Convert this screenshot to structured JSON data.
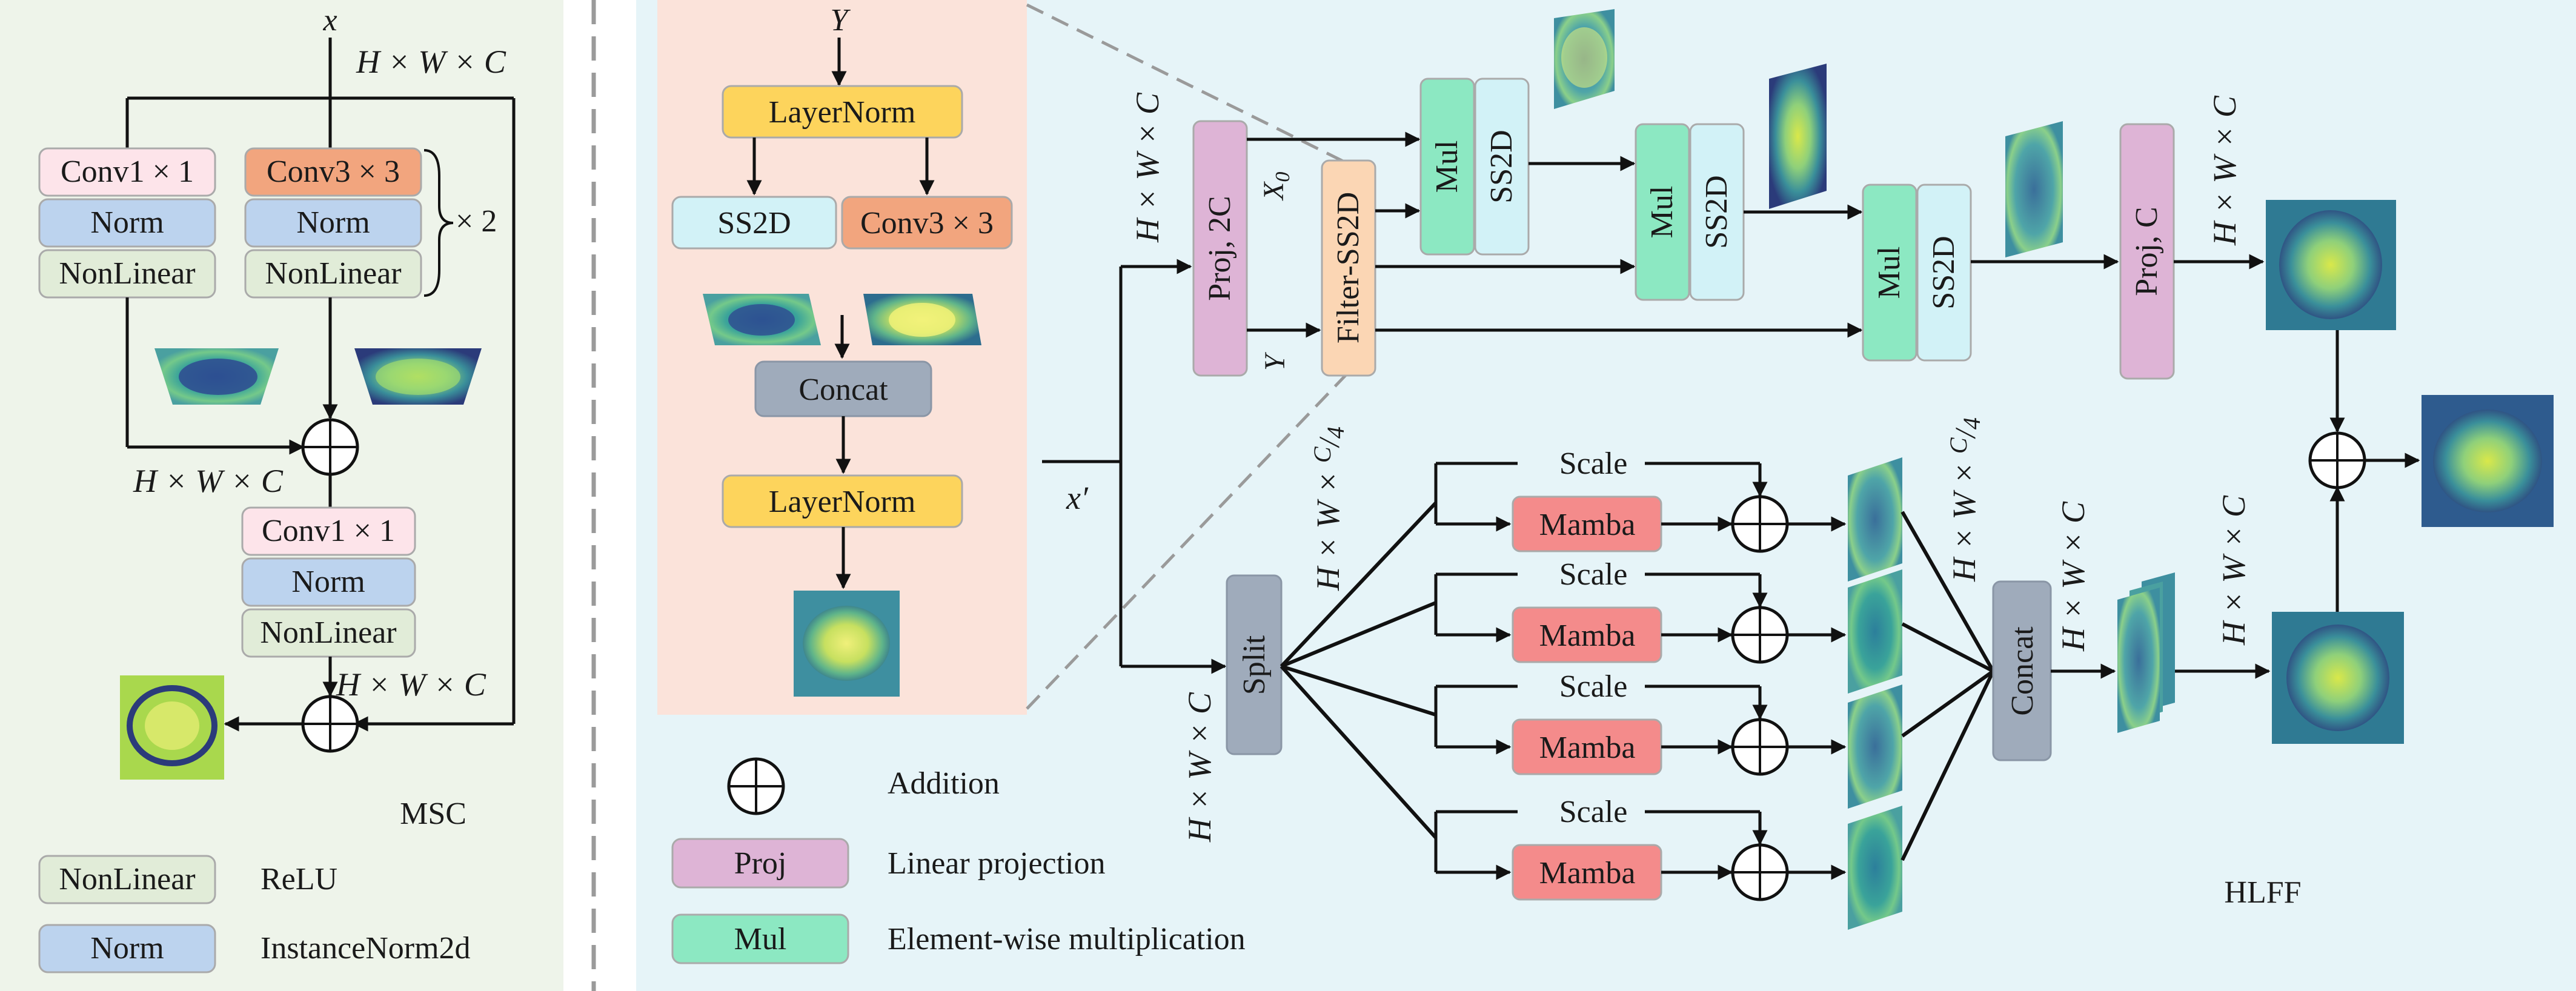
{
  "msc": {
    "title": "MSC",
    "input": "x",
    "branch_left": [
      "Conv1 × 1",
      "Norm",
      "NonLinear"
    ],
    "branch_right": [
      "Conv3 × 3",
      "Norm",
      "NonLinear"
    ],
    "repeat": "× 2",
    "merge_block": [
      "Conv1 × 1",
      "Norm",
      "NonLinear"
    ],
    "dims_top": "H × W × C",
    "dims_mid": "H × W × C",
    "dims_bot": "H × W × C",
    "legend": [
      {
        "block": "NonLinear",
        "meaning": "ReLU"
      },
      {
        "block": "Norm",
        "meaning": "InstanceNorm2d"
      }
    ]
  },
  "filter_ss2d": {
    "input": "Y",
    "layernorm_top": "LayerNorm",
    "ss2d": "SS2D",
    "conv": "Conv3 × 3",
    "concat": "Concat",
    "layernorm_bottom": "LayerNorm"
  },
  "hlff": {
    "title": "HLFF",
    "input": "x′",
    "proj_in": "Proj, 2C",
    "proj_out": "Proj, C",
    "filter": "Filter-SS2D",
    "x0": "X",
    "x0_sub": "0",
    "y": "Y",
    "mul": "Mul",
    "ss2d": "SS2D",
    "split": "Split",
    "scale": "Scale",
    "mamba": "Mamba",
    "concat": "Concat",
    "dim": "H × W × C",
    "dim_quarter": "H × W × ",
    "frac_num": "C",
    "frac_den": "4"
  },
  "legend": [
    {
      "symbol": "⊕",
      "text": "Addition"
    },
    {
      "symbol": "Proj",
      "text": "Linear projection"
    },
    {
      "symbol": "Mul",
      "text": "Element-wise multiplication"
    }
  ],
  "colors": {
    "msc_bg": "#eef4ea",
    "filter_bg": "#fbe3da",
    "hlff_bg": "#e6f4f8",
    "conv1": "#fde4ea",
    "conv3": "#f2a57e",
    "norm": "#bcd3ee",
    "nonlinear": "#e1ecd8",
    "layernorm": "#fdd45c",
    "ss2d": "#d2f2f7",
    "concat": "#9fabbb",
    "proj": "#deb4d6",
    "filter_block": "#fbd6b4",
    "mul": "#8ce8c2",
    "mamba": "#f48b8b",
    "split": "#9fabbb"
  }
}
